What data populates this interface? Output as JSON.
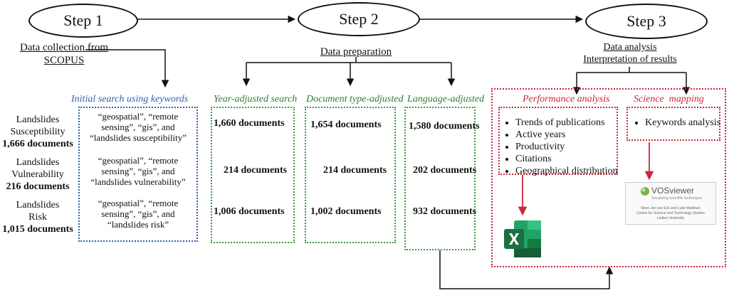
{
  "steps": {
    "step1": {
      "label": "Step 1",
      "subtitle_line1": "Data collection from",
      "subtitle_line2": "SCOPUS"
    },
    "step2": {
      "label": "Step 2",
      "subtitle": "Data preparation"
    },
    "step3": {
      "label": "Step 3",
      "subtitle_line1": "Data analysis",
      "subtitle_line2": "Interpretation of results"
    }
  },
  "rows": [
    {
      "line1": "Landslides",
      "line2": "Susceptibility",
      "count": "1,666 documents",
      "keywords": [
        "“geospatial”, “remote",
        "sensing”, “gis”, and",
        "“landslides susceptibility”"
      ]
    },
    {
      "line1": "Landslides",
      "line2": "Vulnerability",
      "count": "216 documents",
      "keywords": [
        "“geospatial”, “remote",
        "sensing”, “gis”, and",
        "“landslides vulnerability”"
      ]
    },
    {
      "line1": "Landslides",
      "line2": "Risk",
      "count": "1,015 documents",
      "keywords": [
        "“geospatial”, “remote",
        "sensing”, “gis”, and",
        "“landslides risk”"
      ]
    }
  ],
  "initial_search": {
    "header": "Initial search using keywords"
  },
  "year_adjusted": {
    "header": "Year-adjusted search",
    "docs": [
      "1,660 documents",
      "214 documents",
      "1,006 documents"
    ]
  },
  "doctype_adjusted": {
    "header": "Document type-adjusted",
    "docs": [
      "1,654 documents",
      "214 documents",
      "1,002 documents"
    ]
  },
  "language_adjusted": {
    "header": "Language-adjusted",
    "docs": [
      "1,580 documents",
      "202 documents",
      "932 documents"
    ]
  },
  "performance": {
    "header": "Performance analysis",
    "items": [
      "Trends of publications",
      "Active years",
      "Productivity",
      "Citations",
      "Geographical distribution"
    ]
  },
  "science_mapping": {
    "header": "Science  mapping",
    "items": [
      "Keywords analysis"
    ]
  },
  "vosviewer": {
    "title": "VOSviewer",
    "tagline": "Visualizing scientific landscapes",
    "credits": [
      "Nees Jan van Eck and Ludo Waltman",
      "Centre for Science and Technology Studies",
      "Leiden University"
    ]
  },
  "colors": {
    "blue": "#2f5fb3",
    "green": "#3a9a3a",
    "red": "#c8283a",
    "excel_green": "#1d6f42"
  }
}
